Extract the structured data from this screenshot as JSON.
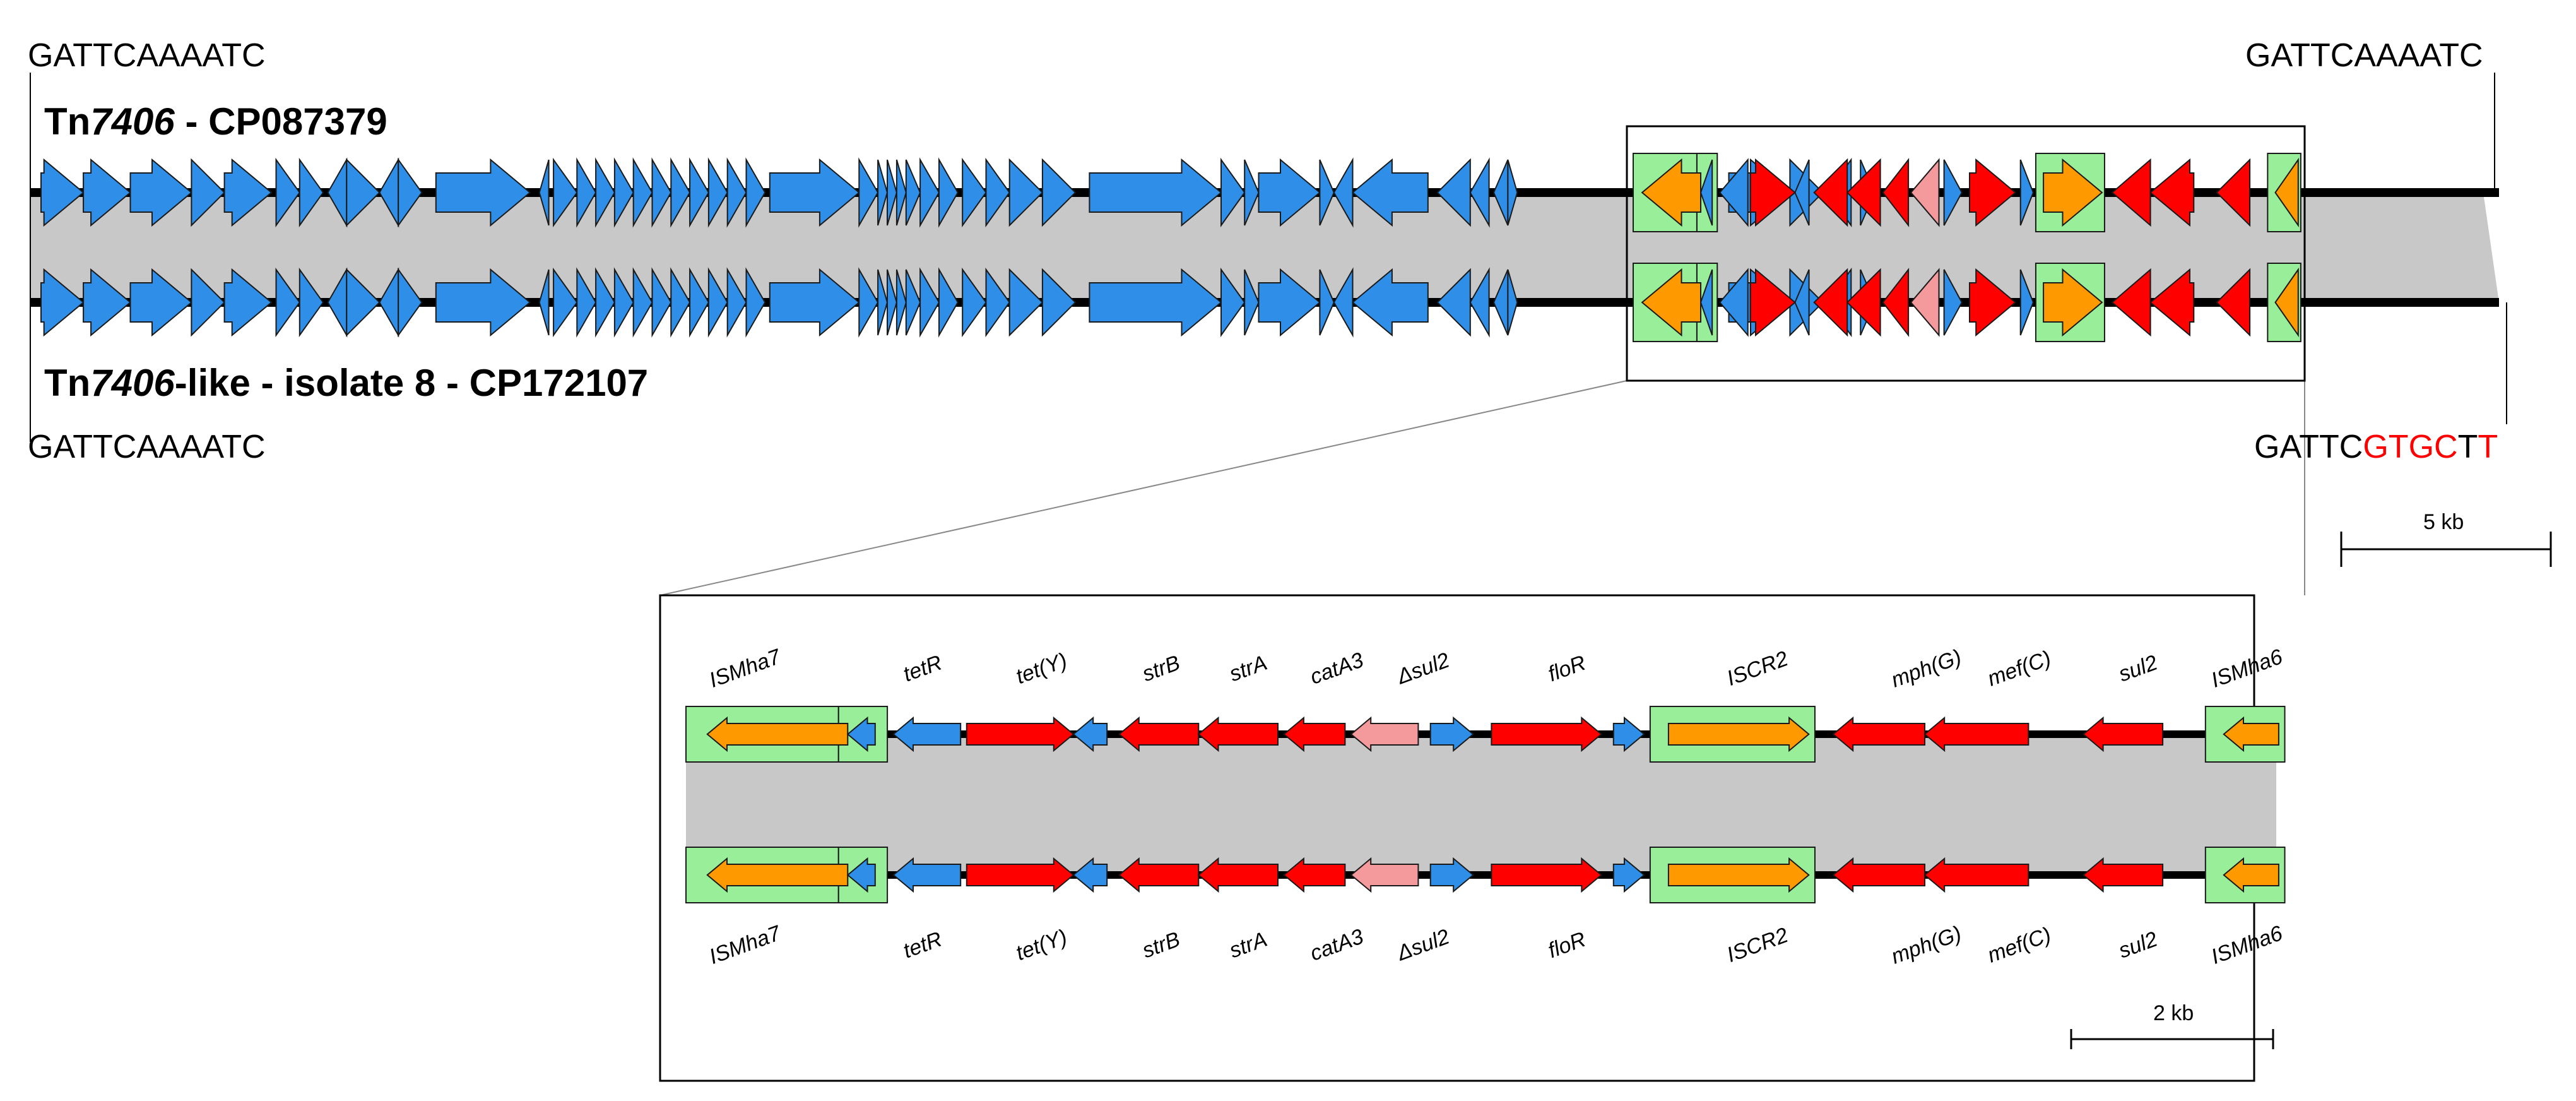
{
  "site_top_left": "GATTCAAAATC",
  "site_top_right": "GATTCAAAATC",
  "site_bottom_left": "GATTCAAAATC",
  "site_bottom_right": {
    "parts": [
      {
        "text": "GATTC",
        "color": "#000000"
      },
      {
        "text": "GTGC",
        "color": "#ff0000"
      },
      {
        "text": "T",
        "color": "#000000"
      },
      {
        "text": "T",
        "color": "#ff0000"
      }
    ]
  },
  "track_top_title": {
    "tn": "Tn",
    "num": "7406",
    "rest": " - CP087379"
  },
  "track_bottom_title": {
    "tn": "Tn",
    "num": "7406",
    "rest": "-like - isolate 8 - CP172107"
  },
  "scale_overview": "5 kb",
  "scale_detail": "2 kb",
  "gene_labels_top": [
    "ISMha7",
    "tetR",
    "tet(Y)",
    "strB",
    "strA",
    "catA3",
    "Δsul2",
    "floR",
    "ISCR2",
    "mph(G)",
    "mef(C)",
    "sul2",
    "ISMha6"
  ],
  "gene_labels_bottom": [
    "ISMha7",
    "tetR",
    "tet(Y)",
    "strB",
    "strA",
    "catA3",
    "Δsul2",
    "floR",
    "ISCR2",
    "mph(G)",
    "mef(C)",
    "sul2",
    "ISMha6"
  ],
  "colors": {
    "other_gene": "#2f8fe8",
    "resistance_gene": "#ff0000",
    "truncated_gene": "#f4999c",
    "transposase": "#ff9900",
    "insertion_sequence_box": "#99ee99",
    "homology_band": "#c8c8c8",
    "backbone": "#000000"
  },
  "overview_genes": [
    {
      "type": "other",
      "start": 0.0,
      "end": 0.9,
      "strand": "+"
    },
    {
      "type": "other",
      "start": 0.9,
      "end": 1.9,
      "strand": "+"
    },
    {
      "type": "other",
      "start": 1.9,
      "end": 3.2,
      "strand": "+"
    },
    {
      "type": "other",
      "start": 3.2,
      "end": 3.9,
      "strand": "+"
    },
    {
      "type": "other",
      "start": 3.9,
      "end": 4.9,
      "strand": "+"
    },
    {
      "type": "other",
      "start": 5.0,
      "end": 5.5,
      "strand": "+"
    },
    {
      "type": "other",
      "start": 5.5,
      "end": 6.0,
      "strand": "+"
    },
    {
      "type": "other",
      "start": 6.1,
      "end": 6.5,
      "strand": "-"
    },
    {
      "type": "other",
      "start": 6.5,
      "end": 7.2,
      "strand": "+"
    },
    {
      "type": "other",
      "start": 7.2,
      "end": 7.6,
      "strand": "-"
    },
    {
      "type": "other",
      "start": 7.6,
      "end": 8.1,
      "strand": "+"
    },
    {
      "type": "other",
      "start": 8.4,
      "end": 10.4,
      "strand": "+"
    },
    {
      "type": "other",
      "start": 10.6,
      "end": 10.8,
      "strand": "-"
    },
    {
      "type": "other",
      "start": 10.9,
      "end": 11.4,
      "strand": "+"
    },
    {
      "type": "other",
      "start": 11.4,
      "end": 11.8,
      "strand": "+"
    },
    {
      "type": "other",
      "start": 11.8,
      "end": 12.2,
      "strand": "+"
    },
    {
      "type": "other",
      "start": 12.2,
      "end": 12.6,
      "strand": "+"
    },
    {
      "type": "other",
      "start": 12.6,
      "end": 13.0,
      "strand": "+"
    },
    {
      "type": "other",
      "start": 13.0,
      "end": 13.4,
      "strand": "+"
    },
    {
      "type": "other",
      "start": 13.4,
      "end": 13.8,
      "strand": "+"
    },
    {
      "type": "other",
      "start": 13.8,
      "end": 14.2,
      "strand": "+"
    },
    {
      "type": "other",
      "start": 14.2,
      "end": 14.6,
      "strand": "+"
    },
    {
      "type": "other",
      "start": 14.6,
      "end": 15.0,
      "strand": "+"
    },
    {
      "type": "other",
      "start": 15.0,
      "end": 15.4,
      "strand": "+"
    },
    {
      "type": "other",
      "start": 15.5,
      "end": 17.4,
      "strand": "+"
    },
    {
      "type": "other",
      "start": 17.4,
      "end": 17.8,
      "strand": "+"
    },
    {
      "type": "other",
      "start": 17.8,
      "end": 18.0,
      "strand": "+"
    },
    {
      "type": "other",
      "start": 18.0,
      "end": 18.2,
      "strand": "+"
    },
    {
      "type": "other",
      "start": 18.2,
      "end": 18.4,
      "strand": "+"
    },
    {
      "type": "other",
      "start": 18.4,
      "end": 18.7,
      "strand": "+"
    },
    {
      "type": "other",
      "start": 18.7,
      "end": 19.1,
      "strand": "+"
    },
    {
      "type": "other",
      "start": 19.1,
      "end": 19.5,
      "strand": "+"
    },
    {
      "type": "other",
      "start": 19.6,
      "end": 20.1,
      "strand": "+"
    },
    {
      "type": "other",
      "start": 20.1,
      "end": 20.6,
      "strand": "+"
    },
    {
      "type": "other",
      "start": 20.6,
      "end": 21.3,
      "strand": "+"
    },
    {
      "type": "other",
      "start": 21.3,
      "end": 22.0,
      "strand": "+"
    },
    {
      "type": "other",
      "start": 22.3,
      "end": 25.1,
      "strand": "+"
    },
    {
      "type": "other",
      "start": 25.1,
      "end": 25.6,
      "strand": "+"
    },
    {
      "type": "other",
      "start": 25.6,
      "end": 25.9,
      "strand": "+"
    },
    {
      "type": "other",
      "start": 25.9,
      "end": 27.2,
      "strand": "+"
    },
    {
      "type": "other",
      "start": 27.2,
      "end": 27.5,
      "strand": "+"
    },
    {
      "type": "other",
      "start": 27.5,
      "end": 27.9,
      "strand": "-"
    },
    {
      "type": "other",
      "start": 27.9,
      "end": 29.5,
      "strand": "-"
    },
    {
      "type": "other",
      "start": 29.7,
      "end": 30.4,
      "strand": "-"
    },
    {
      "type": "other",
      "start": 30.4,
      "end": 30.8,
      "strand": "-"
    },
    {
      "type": "other",
      "start": 30.9,
      "end": 31.2,
      "strand": "-"
    },
    {
      "type": "other",
      "start": 31.2,
      "end": 31.4,
      "strand": "+"
    },
    {
      "type": "other",
      "start": 35.0,
      "end": 35.3,
      "strand": "+"
    },
    {
      "type": "other",
      "start": 35.3,
      "end": 35.6,
      "strand": "+"
    },
    {
      "type": "other",
      "start": 35.9,
      "end": 37.2,
      "strand": "+"
    },
    {
      "type": "other",
      "start": 37.2,
      "end": 37.9,
      "strand": "+"
    },
    {
      "type": "other",
      "start": 38.0,
      "end": 38.5,
      "strand": "-"
    },
    {
      "type": "other",
      "start": 38.7,
      "end": 39.0,
      "strand": "+"
    }
  ],
  "detail_genes": [
    {
      "type": "tr",
      "start": 0.35,
      "end": 2.65,
      "strand": "-"
    },
    {
      "type": "other",
      "start": 2.65,
      "end": 3.1,
      "strand": "-"
    },
    {
      "type": "other",
      "start": 3.4,
      "end": 4.5,
      "strand": "-"
    },
    {
      "type": "res",
      "start": 4.6,
      "end": 6.35,
      "strand": "+"
    },
    {
      "type": "other",
      "start": 6.35,
      "end": 6.9,
      "strand": "-"
    },
    {
      "type": "res",
      "start": 7.1,
      "end": 8.4,
      "strand": "-"
    },
    {
      "type": "res",
      "start": 8.4,
      "end": 9.7,
      "strand": "-"
    },
    {
      "type": "res",
      "start": 9.8,
      "end": 10.8,
      "strand": "-"
    },
    {
      "type": "trunc",
      "start": 10.9,
      "end": 12.0,
      "strand": "-"
    },
    {
      "type": "other",
      "start": 12.2,
      "end": 12.9,
      "strand": "+"
    },
    {
      "type": "res",
      "start": 13.2,
      "end": 15.0,
      "strand": "+"
    },
    {
      "type": "other",
      "start": 15.2,
      "end": 15.7,
      "strand": "+"
    },
    {
      "type": "tr",
      "start": 16.1,
      "end": 18.4,
      "strand": "+"
    },
    {
      "type": "res",
      "start": 18.8,
      "end": 20.3,
      "strand": "-"
    },
    {
      "type": "res",
      "start": 20.3,
      "end": 22.0,
      "strand": "-"
    },
    {
      "type": "res",
      "start": 22.9,
      "end": 24.2,
      "strand": "-"
    },
    {
      "type": "tr",
      "start": 25.2,
      "end": 26.1,
      "strand": "-"
    }
  ],
  "detail_is_boxes": [
    {
      "start": 0.0,
      "end": 2.5
    },
    {
      "start": 2.5,
      "end": 3.3
    },
    {
      "start": 15.8,
      "end": 18.5
    },
    {
      "start": 24.9,
      "end": 26.2
    }
  ]
}
